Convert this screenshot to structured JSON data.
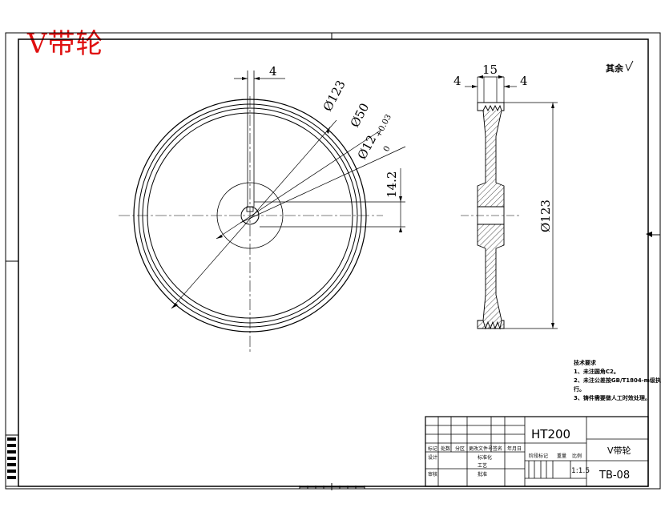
{
  "title": "V带轮",
  "surface_note": "其余",
  "dims": {
    "top_width": "4",
    "d_outer": "Ø123",
    "d_hub": "Ø50",
    "d_bore": "Ø12",
    "d_bore_tol": "+0.03",
    "d_bore_tol_low": "0",
    "keyway": "14.2",
    "side_left": "4",
    "side_mid": "15",
    "side_right": "4",
    "side_dia": "Ø123"
  },
  "notes": {
    "heading": "技术要求",
    "items": [
      "1、未注圆角C2。",
      "2、未注公差按GB/T1804-m级执行。",
      "3、铸件需要做人工时效处理。"
    ]
  },
  "title_block": {
    "material": "HT200",
    "part_name": "V带轮",
    "drawing_no": "TB-08",
    "scale": "1:1.5",
    "labels": {
      "mark": "标记",
      "count": "处数",
      "zone": "分区",
      "doc": "更改文件号",
      "sign": "签名",
      "date": "年月日",
      "design": "设计",
      "std": "标准化",
      "stage": "阶段标记",
      "weight": "重量",
      "scale_lbl": "比例",
      "review": "审核",
      "craft": "工艺",
      "approve": "批准"
    }
  }
}
